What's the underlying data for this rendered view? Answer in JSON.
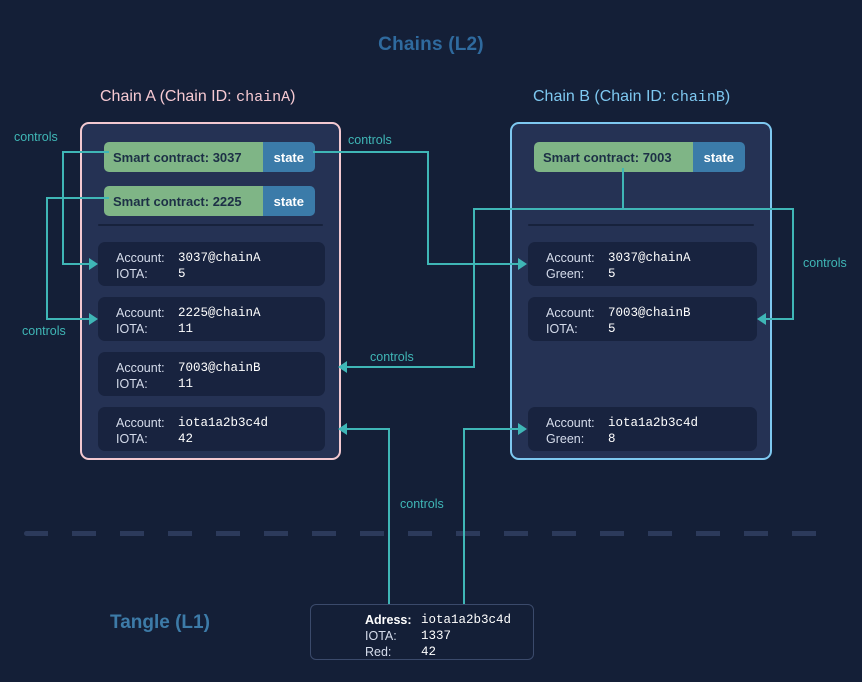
{
  "page": {
    "background": "#141f37",
    "accent_teal": "#3fb6b6",
    "chain_a_color": "#f3c9d1",
    "chain_b_color": "#7ec8f0",
    "contract_green": "#7fb586",
    "state_blue": "#3b7ba9"
  },
  "layers": {
    "l2_title": "Chains (L2)",
    "l1_title": "Tangle (L1)"
  },
  "chain_a": {
    "caption_prefix": "Chain A (Chain ID: ",
    "caption_id": "chainA",
    "caption_suffix": ")",
    "contracts": [
      {
        "name": "Smart contract: 3037",
        "state": "state"
      },
      {
        "name": "Smart contract: 2225",
        "state": "state"
      }
    ],
    "accounts": [
      {
        "key1": "Account:",
        "val1": "3037@chainA",
        "key2": "IOTA:",
        "val2": "5"
      },
      {
        "key1": "Account:",
        "val1": "2225@chainA",
        "key2": "IOTA:",
        "val2": "11"
      },
      {
        "key1": "Account:",
        "val1": "7003@chainB",
        "key2": "IOTA:",
        "val2": "11"
      },
      {
        "key1": "Account:",
        "val1": "iota1a2b3c4d",
        "key2": "IOTA:",
        "val2": "42"
      }
    ]
  },
  "chain_b": {
    "caption_prefix": "Chain B (Chain ID: ",
    "caption_id": "chainB",
    "caption_suffix": ")",
    "contracts": [
      {
        "name": "Smart contract: 7003",
        "state": "state"
      }
    ],
    "accounts": [
      {
        "key1": "Account:",
        "val1": "3037@chainA",
        "key2": "Green:",
        "val2": "5"
      },
      {
        "key1": "Account:",
        "val1": "7003@chainB",
        "key2": "IOTA:",
        "val2": "5"
      },
      {
        "key1": "Account:",
        "val1": "iota1a2b3c4d",
        "key2": "Green:",
        "val2": "8"
      }
    ]
  },
  "tangle": {
    "address_label": "Adress:",
    "address_value": "iota1a2b3c4d",
    "iota_label": "IOTA:",
    "iota_value": "1337",
    "red_label": "Red:",
    "red_value": "42"
  },
  "connectors": {
    "labels": [
      "controls",
      "controls",
      "controls",
      "controls",
      "controls",
      "controls"
    ]
  }
}
